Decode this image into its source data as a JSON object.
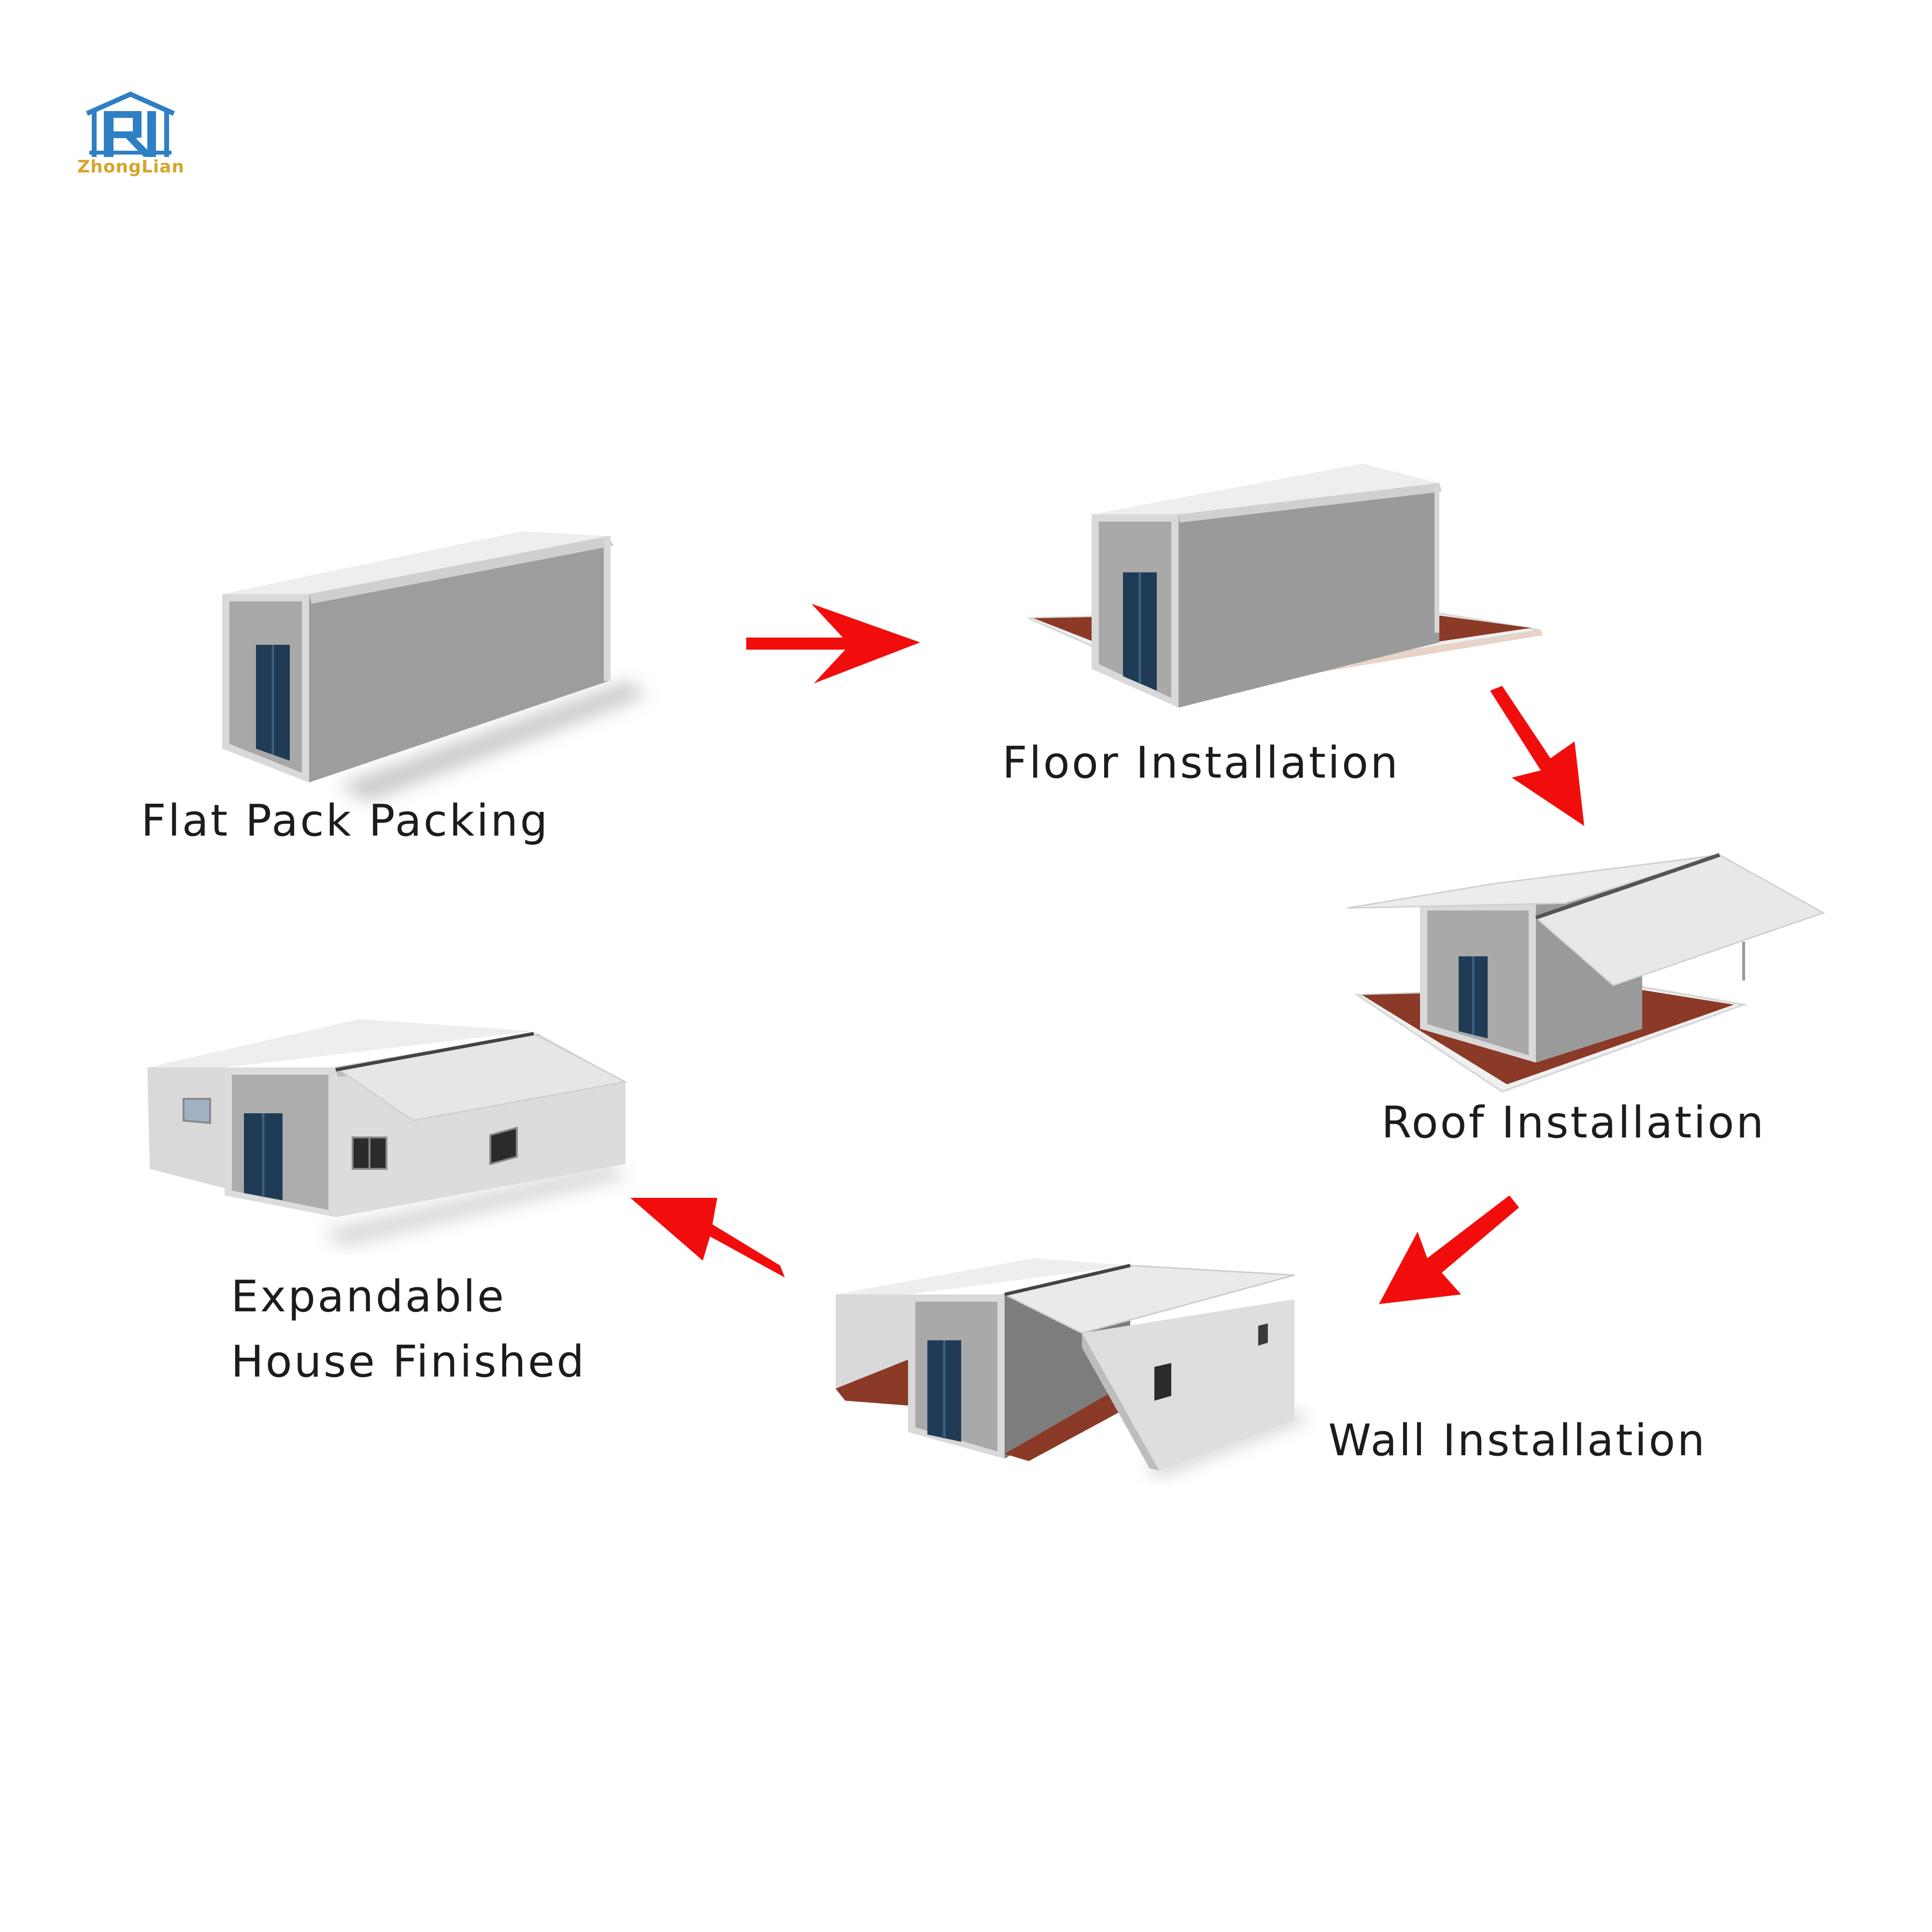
{
  "logo": {
    "brand": "ZhongLian",
    "colors": {
      "mark": "#2f7fc4",
      "text": "#d4a62a"
    }
  },
  "steps": [
    {
      "label": "Flat Pack Packing"
    },
    {
      "label": "Floor Installation"
    },
    {
      "label": "Roof Installation"
    },
    {
      "label": "Wall Installation"
    },
    {
      "label_line1": "Expandable",
      "label_line2": "House Finished"
    }
  ],
  "colors": {
    "arrow": "#f20d0d",
    "wall": "#a9a9a9",
    "roof": "#e6e6e6",
    "floor": "#8a3a26",
    "door": "#223a52"
  }
}
